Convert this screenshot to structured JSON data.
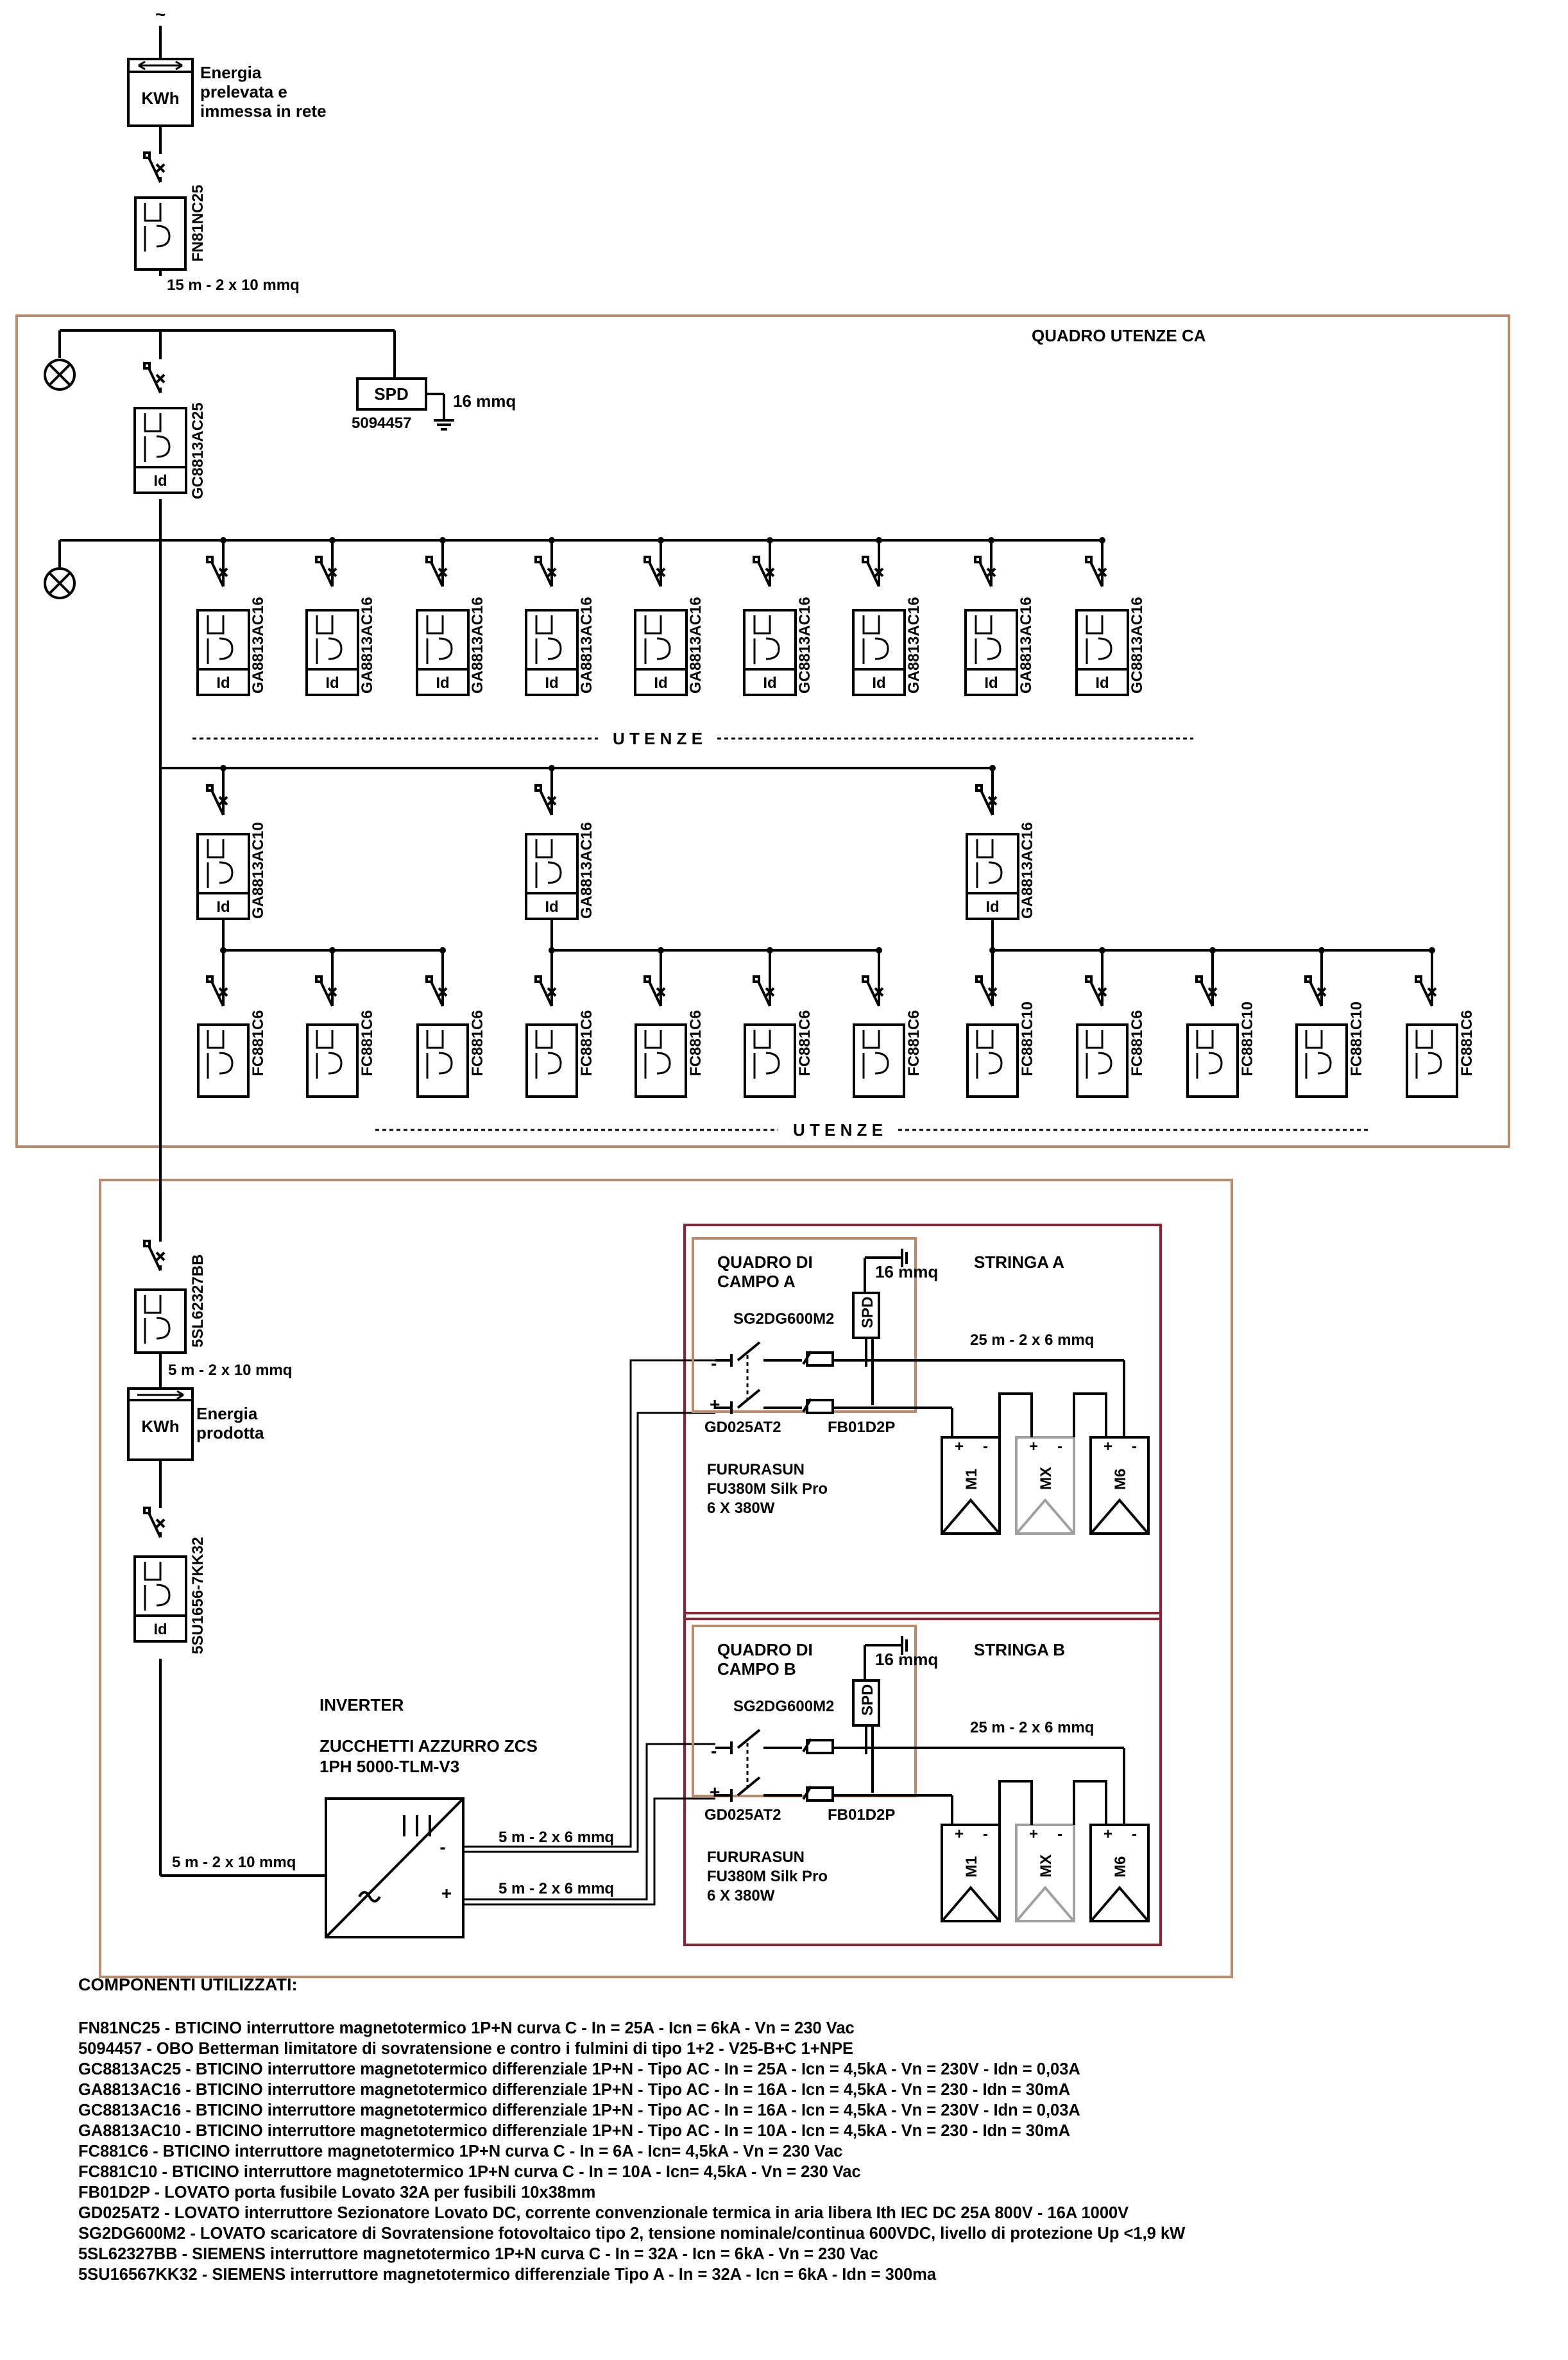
{
  "grid_symbol": "~",
  "meter_main": {
    "symbol": "KWh",
    "label": [
      "Energia",
      "prelevata e",
      "immessa in rete"
    ]
  },
  "main_breaker_code": "FN81NC25",
  "cable_main": "15 m - 2 x 10 mmq",
  "board_ca": {
    "title": "QUADRO UTENZE CA",
    "spd": {
      "label": "SPD",
      "code": "5094457",
      "ground": "16 mmq"
    },
    "rcd_main": {
      "code": "GC8813AC25",
      "id": "Id"
    },
    "row1_breakers": [
      "GA8813AC16",
      "GA8813AC16",
      "GA8813AC16",
      "GA8813AC16",
      "GA8813AC16",
      "GC8813AC16",
      "GA8813AC16",
      "GA8813AC16",
      "GC8813AC16"
    ],
    "row1_id": "Id",
    "utenze_label": "U T E N Z E",
    "groups": [
      {
        "rcd": "GA8813AC10",
        "subs": [
          "FC881C6",
          "FC881C6",
          "FC881C6"
        ]
      },
      {
        "rcd": "GA8813AC16",
        "subs": [
          "FC881C6",
          "FC881C6",
          "FC881C6",
          "FC881C6"
        ]
      },
      {
        "rcd": "GA8813AC16",
        "subs": [
          "FC881C10",
          "FC881C6",
          "FC881C10",
          "FC881C10",
          "FC881C6"
        ]
      }
    ]
  },
  "pv_section": {
    "breaker": "5SL62327BB",
    "cable_breaker": "5 m - 2 x 10 mmq",
    "meter": {
      "symbol": "KWh",
      "label": [
        "Energia",
        "prodotta"
      ]
    },
    "rcd": {
      "code": "5SU1656-7KK32",
      "id": "Id"
    },
    "cable_inverter": "5 m - 2 x 10 mmq",
    "inverter": {
      "title": "INVERTER",
      "model": [
        "ZUCCHETTI AZZURRO ZCS",
        "1PH 5000-TLM-V3"
      ],
      "minus": "-",
      "plus": "+"
    },
    "dc_cable": "5 m - 2 x 6 mmq"
  },
  "strings": [
    {
      "board": [
        "QUADRO DI",
        "CAMPO A"
      ],
      "string_label": "STRINGA A",
      "ground": "16 mmq",
      "spd": "SPD",
      "spd_code": "SG2DG600M2",
      "disconnector": "GD025AT2",
      "fuse": "FB01D2P",
      "cable": "25 m - 2 x 6 mmq",
      "minus": "-",
      "plus": "+",
      "modules": [
        "M1",
        "MX",
        "M6"
      ],
      "panel": [
        "FURURASUN",
        "FU380M Silk Pro",
        "6 X 380W"
      ]
    },
    {
      "board": [
        "QUADRO DI",
        "CAMPO B"
      ],
      "string_label": "STRINGA B",
      "ground": "16 mmq",
      "spd": "SPD",
      "spd_code": "SG2DG600M2",
      "disconnector": "GD025AT2",
      "fuse": "FB01D2P",
      "cable": "25 m - 2 x 6 mmq",
      "minus": "-",
      "plus": "+",
      "modules": [
        "M1",
        "MX",
        "M6"
      ],
      "panel": [
        "FURURASUN",
        "FU380M Silk Pro",
        "6 X 380W"
      ]
    }
  ],
  "legend": {
    "title": "COMPONENTI UTILIZZATI:",
    "items": [
      "FN81NC25 - BTICINO interruttore magnetotermico 1P+N curva C - In = 25A - Icn = 6kA - Vn = 230 Vac",
      "5094457 - OBO Betterman limitatore di sovratensione e contro i fulmini di tipo 1+2 - V25-B+C 1+NPE",
      "GC8813AC25 - BTICINO interruttore magnetotermico differenziale 1P+N - Tipo AC - In = 25A - Icn = 4,5kA - Vn = 230V - Idn = 0,03A",
      "GA8813AC16 - BTICINO interruttore magnetotermico differenziale 1P+N - Tipo AC - In = 16A - Icn = 4,5kA - Vn = 230  - Idn = 30mA",
      "GC8813AC16 - BTICINO interruttore magnetotermico differenziale 1P+N - Tipo AC - In = 16A - Icn = 4,5kA - Vn = 230V - Idn = 0,03A",
      "GA8813AC10 - BTICINO interruttore magnetotermico differenziale 1P+N - Tipo AC - In = 10A - Icn = 4,5kA - Vn = 230  - Idn = 30mA",
      "FC881C6 - BTICINO interruttore magnetotermico 1P+N curva C - In = 6A - Icn= 4,5kA - Vn = 230 Vac",
      "FC881C10 - BTICINO interruttore magnetotermico 1P+N curva C - In = 10A - Icn= 4,5kA - Vn = 230 Vac",
      "FB01D2P - LOVATO porta fusibile Lovato 32A per fusibili 10x38mm",
      "GD025AT2 - LOVATO interruttore Sezionatore Lovato DC, corrente convenzionale termica in aria libera Ith IEC DC 25A 800V - 16A 1000V",
      "SG2DG600M2 - LOVATO scaricatore di Sovratensione fotovoltaico tipo 2, tensione nominale/continua 600VDC, livello di protezione Up <1,9 kW",
      "5SL62327BB - SIEMENS interruttore magnetotermico 1P+N curva C - In = 32A - Icn = 6kA - Vn = 230 Vac",
      "5SU16567KK32 - SIEMENS interruttore magnetotermico differenziale Tipo A - In = 32A - Icn = 6kA - Idn = 300ma"
    ]
  }
}
